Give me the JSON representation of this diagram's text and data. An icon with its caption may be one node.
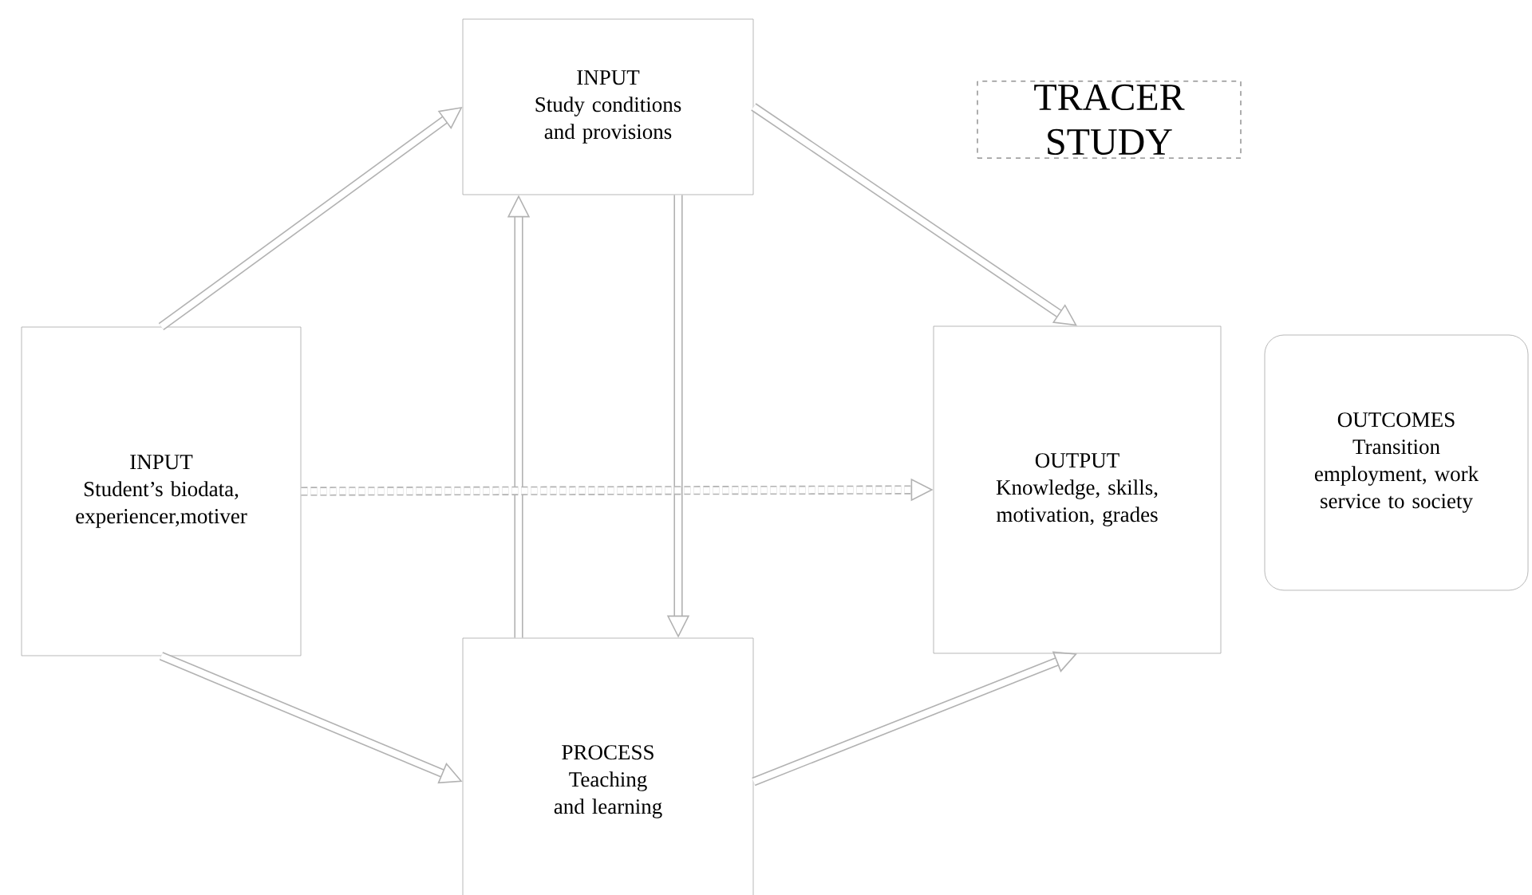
{
  "diagram": {
    "nodes": [
      {
        "text": [
          "INPUT",
          "Student’s biodata, experiencer,motiver"
        ]
      },
      {
        "text": [
          "INPUT",
          "Study conditions and provisions"
        ]
      },
      {
        "text": [
          "PROCESS",
          "Teaching and learning"
        ]
      },
      {
        "text": [
          "OUTPUT",
          "Knowledge, skills, motivation, grades"
        ]
      },
      {
        "text": [
          "OUTCOMES",
          "Transition employment, work service to society"
        ]
      },
      {
        "text": [
          "TRACER STUDY"
        ]
      }
    ],
    "edges": [
      {
        "from": 0,
        "to": 1,
        "arrow": "to"
      },
      {
        "from": 1,
        "to": 3,
        "arrow": "to"
      },
      {
        "from": 0,
        "to": 2,
        "arrow": "to"
      },
      {
        "from": 2,
        "to": 3,
        "arrow": "to"
      },
      {
        "from": 2,
        "to": 1,
        "arrow": "to"
      },
      {
        "from": 1,
        "to": 2,
        "arrow": "to"
      },
      {
        "from": 0,
        "to": 3,
        "arrow": "to",
        "style": "dashed"
      }
    ]
  }
}
